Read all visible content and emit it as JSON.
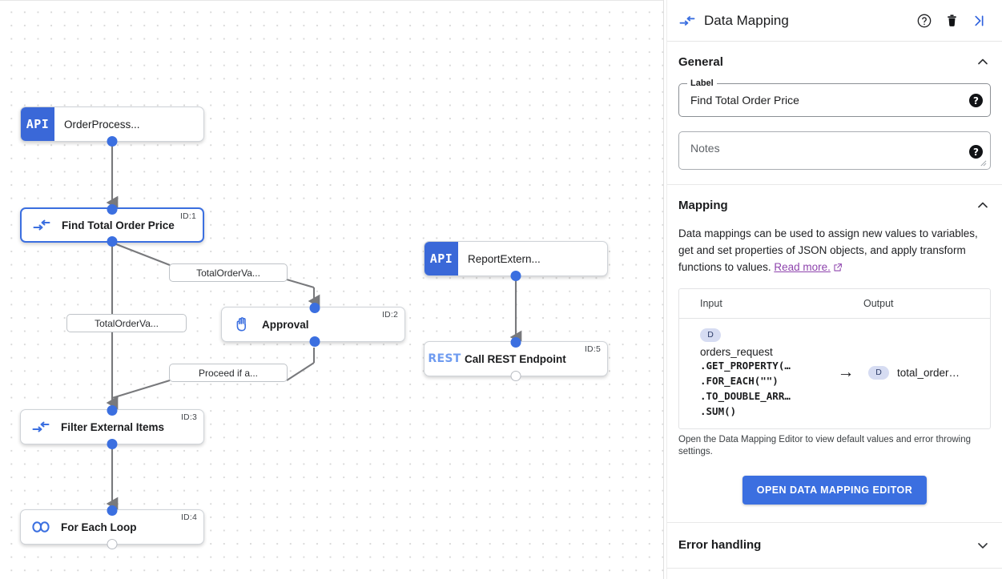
{
  "panel": {
    "icon": "data-mapping-icon",
    "title": "Data Mapping",
    "actions": [
      {
        "name": "help-icon",
        "label": "?"
      },
      {
        "name": "delete-icon",
        "label": ""
      },
      {
        "name": "collapse-panel-icon",
        "label": ""
      }
    ],
    "general": {
      "title": "General",
      "collapse_state": "expanded",
      "label_field": {
        "legend": "Label",
        "value": "Find Total Order Price",
        "placeholder": ""
      },
      "notes_field": {
        "value": "",
        "placeholder": "Notes"
      }
    },
    "mapping": {
      "title": "Mapping",
      "collapse_state": "expanded",
      "description_part1": "Data mappings can be used to assign new values to variables, get and set properties of JSON objects, and apply transform functions to values. ",
      "link_text": "Read more.",
      "columns": {
        "input": "Input",
        "output": "Output"
      },
      "rows": [
        {
          "input_badge": "D",
          "input_var": "orders_request",
          "input_chain": [
            ".GET_PROPERTY(…",
            ".FOR_EACH(\"\")",
            ".TO_DOUBLE_ARR…",
            ".SUM()"
          ],
          "arrow": "→",
          "output_badge": "D",
          "output_var": "total_order…"
        }
      ],
      "note": "Open the Data Mapping Editor to view default values and error throwing settings.",
      "button_label": "OPEN DATA MAPPING EDITOR"
    },
    "error_handling": {
      "title": "Error handling",
      "collapse_state": "collapsed"
    }
  },
  "canvas": {
    "nodes": [
      {
        "id": "node-orderprocess",
        "badge": "API",
        "icon": "api-badge",
        "title": "OrderProcess...",
        "id_label": "",
        "selected": false,
        "ports": {
          "top": "none",
          "bottom": "filled"
        }
      },
      {
        "id": "node-find-total-order-price",
        "badge": "",
        "icon": "data-mapping-icon",
        "title": "Find Total Order Price",
        "id_label": "ID:1",
        "selected": true,
        "ports": {
          "top": "filled",
          "bottom": "filled"
        }
      },
      {
        "id": "node-approval",
        "badge": "",
        "icon": "hand-icon",
        "title": "Approval",
        "id_label": "ID:2",
        "selected": false,
        "ports": {
          "top": "filled",
          "bottom": "filled"
        }
      },
      {
        "id": "node-filter-external-items",
        "badge": "",
        "icon": "data-mapping-icon",
        "title": "Filter External Items",
        "id_label": "ID:3",
        "selected": false,
        "ports": {
          "top": "filled",
          "bottom": "filled"
        }
      },
      {
        "id": "node-for-each-loop",
        "badge": "",
        "icon": "infinity-icon",
        "title": "For Each Loop",
        "id_label": "ID:4",
        "selected": false,
        "ports": {
          "top": "filled",
          "bottom": "open"
        }
      },
      {
        "id": "node-reportextern",
        "badge": "API",
        "icon": "api-badge",
        "title": "ReportExtern...",
        "id_label": "",
        "selected": false,
        "ports": {
          "top": "none",
          "bottom": "filled"
        }
      },
      {
        "id": "node-call-rest-endpoint",
        "badge": "",
        "icon": "rest-icon",
        "title": "Call REST Endpoint",
        "id_label": "ID:5",
        "selected": false,
        "ports": {
          "top": "filled",
          "bottom": "open"
        }
      }
    ],
    "edge_labels": [
      {
        "name": "edge-label-totalordervalue-a",
        "text": "TotalOrderVa..."
      },
      {
        "name": "edge-label-totalordervalue-b",
        "text": "TotalOrderVa..."
      },
      {
        "name": "edge-label-proceed-if-approved",
        "text": "Proceed if a..."
      }
    ]
  },
  "colors": {
    "accent_blue": "#3b6fe0",
    "api_badge": "#3a68d8",
    "link_purple": "#8e44ad",
    "edge_gray": "#78797c",
    "badge_lavender": "#d6dcf2"
  }
}
